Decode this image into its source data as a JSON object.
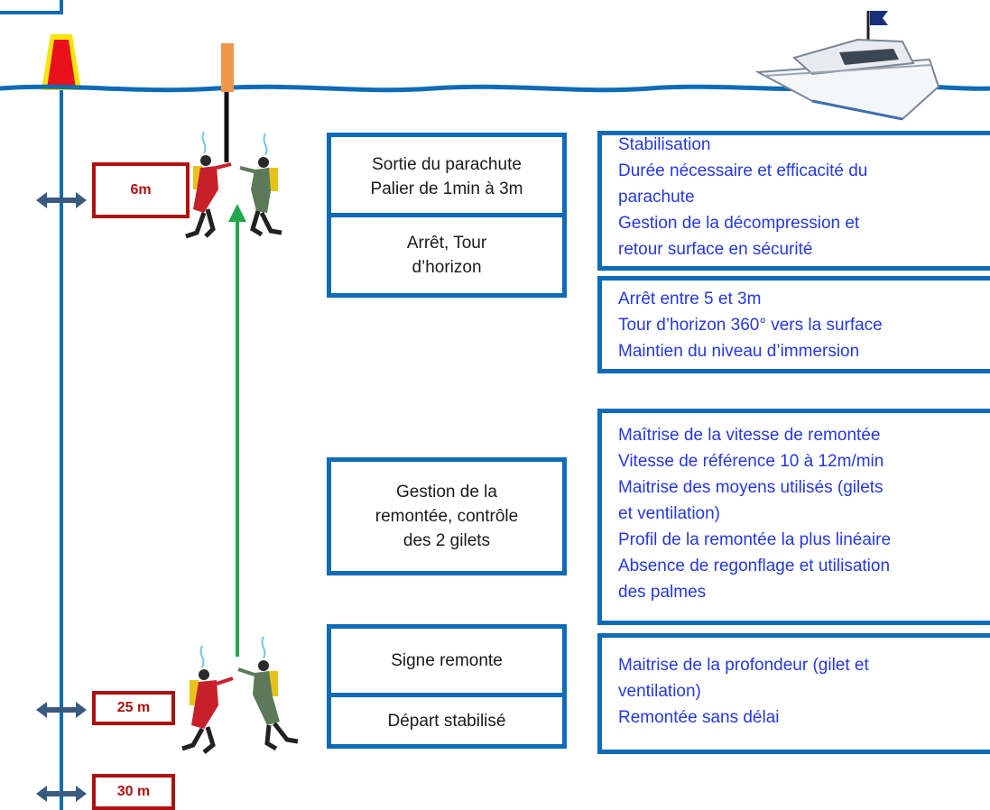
{
  "depth_labels": {
    "d6": "6m",
    "d25": "25 m",
    "d30": "30 m"
  },
  "stages": {
    "parachute": [
      "Sortie du parachute",
      "Palier de 1min à 3m"
    ],
    "arret": [
      "Arrêt, Tour",
      "d’horizon"
    ],
    "gestion": [
      "Gestion de la",
      "remontée, contrôle",
      "des 2 gilets"
    ],
    "signe": "Signe remonte",
    "depart": "Départ stabilisé"
  },
  "criteria": {
    "stabilisation": [
      "Stabilisation",
      "Durée nécessaire et efficacité du",
      "parachute",
      "Gestion de la décompression  et",
      "retour surface en sécurité"
    ],
    "arret": [
      "Arrêt entre 5 et 3m",
      "Tour d’horizon 360° vers la surface",
      "Maintien du niveau d’immersion"
    ],
    "vitesse": [
      "Maîtrise de la vitesse de remontée",
      "Vitesse de référence 10 à 12m/min",
      "Maitrise des moyens utilisés (gilets",
      "et ventilation)",
      "Profil de la remontée la plus linéaire",
      "Absence de regonflage et utilisation",
      "des palmes"
    ],
    "profondeur": [
      "Maitrise de la profondeur (gilet et",
      "ventilation)",
      "Remontée sans délai"
    ]
  },
  "colors": {
    "water": "#0e6bb8",
    "depth_marker": "#b01010",
    "criteria_text": "#2438e6",
    "ascent_arrow": "#22a84a",
    "buoy": "#e8101a",
    "buoy_outline": "#f5e60a",
    "line_float": "#f0964a"
  }
}
